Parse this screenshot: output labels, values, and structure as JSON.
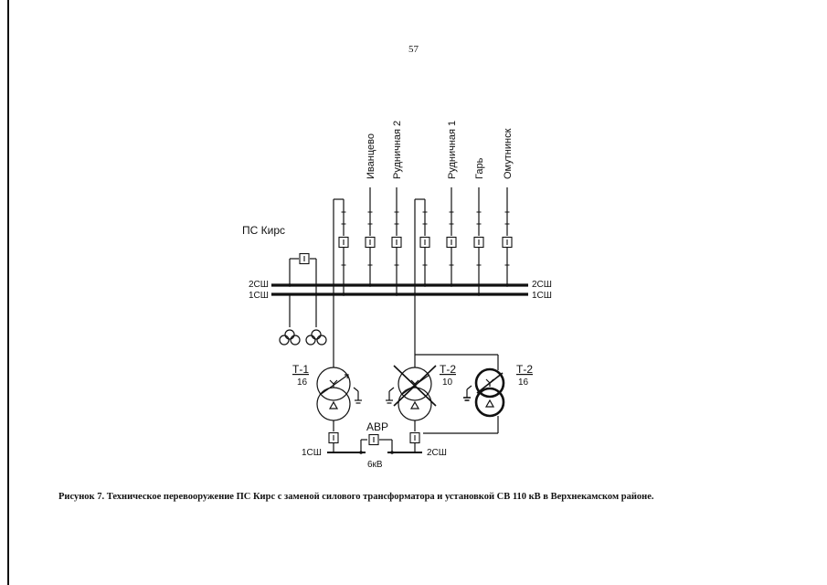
{
  "page": {
    "number": "57"
  },
  "diagram": {
    "substation_title": "ПС Кирс",
    "bus_2_label": "2СШ",
    "bus_1_label": "1СШ",
    "feeders": [
      "Иванцево",
      "Рудничная 2",
      "Рудничная 1",
      "Гарь",
      "Омутнинск"
    ],
    "transformers": [
      {
        "name": "Т-1",
        "rating": "16"
      },
      {
        "name": "Т-2",
        "rating": "10"
      },
      {
        "name": "Т-2",
        "rating": "16"
      }
    ],
    "lv_bus_1_label": "1СШ",
    "lv_bus_2_label": "2СШ",
    "avr_label": "АВР",
    "lv_voltage": "6кВ"
  },
  "caption": "Рисунок 7. Техническое перевооружение ПС Кирс с заменой силового трансформатора и установкой СВ 110 кВ в Верхнекамском районе."
}
